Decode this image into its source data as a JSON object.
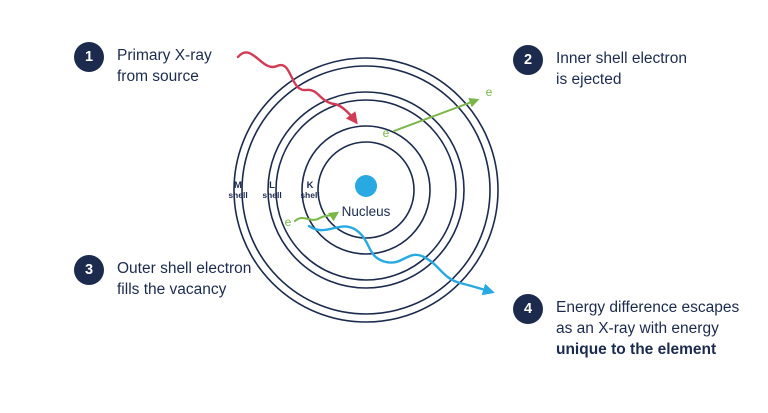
{
  "colors": {
    "navy": "#1c2b4d",
    "red": "#d23b56",
    "green": "#7ab648",
    "blue": "#29a9e1"
  },
  "steps": [
    {
      "number": "1",
      "lines": [
        "Primary X-ray",
        "from source"
      ]
    },
    {
      "number": "2",
      "lines": [
        "Inner shell electron",
        "is ejected"
      ]
    },
    {
      "number": "3",
      "lines": [
        "Outer shell electron",
        "fills the vacancy"
      ]
    },
    {
      "number": "4",
      "lines": [
        "Energy difference escapes",
        "as an X-ray with energy"
      ],
      "bold_line": "unique to the element"
    }
  ],
  "diagram": {
    "nucleus_label": "Nucleus",
    "electron_label": "e",
    "shells": [
      {
        "letter": "M",
        "word": "shell"
      },
      {
        "letter": "L",
        "word": "shell"
      },
      {
        "letter": "K",
        "word": "shell"
      }
    ]
  }
}
